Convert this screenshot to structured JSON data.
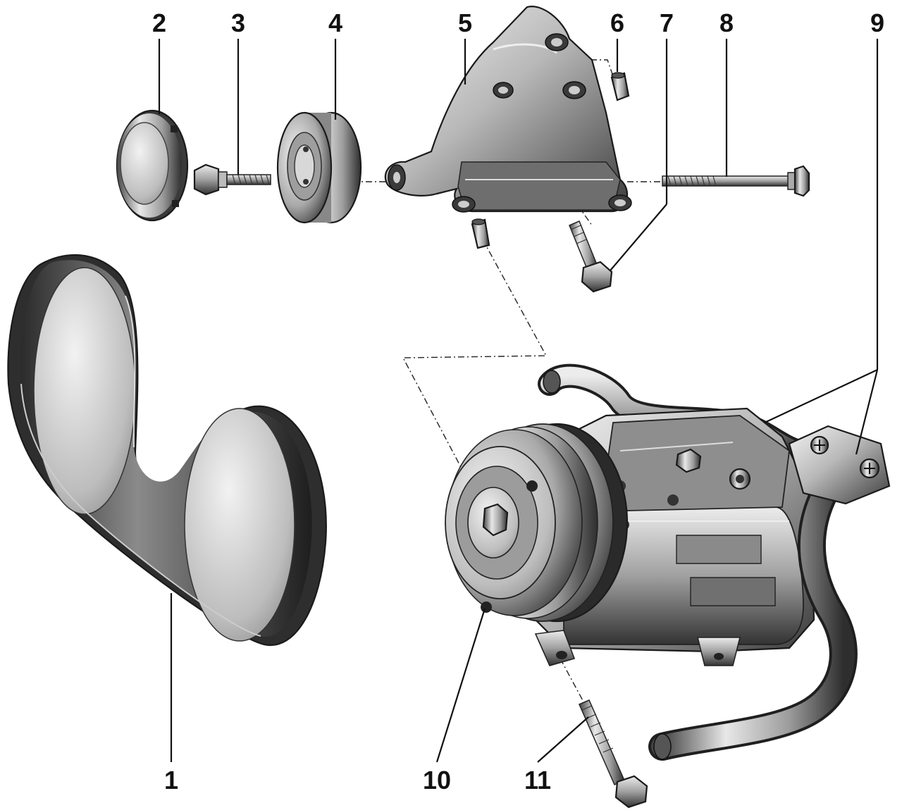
{
  "callouts": [
    {
      "id": "1",
      "label": "1"
    },
    {
      "id": "2",
      "label": "2"
    },
    {
      "id": "3",
      "label": "3"
    },
    {
      "id": "4",
      "label": "4"
    },
    {
      "id": "5",
      "label": "5"
    },
    {
      "id": "6",
      "label": "6"
    },
    {
      "id": "7",
      "label": "7"
    },
    {
      "id": "8",
      "label": "8"
    },
    {
      "id": "9",
      "label": "9"
    },
    {
      "id": "10",
      "label": "10"
    },
    {
      "id": "11",
      "label": "11"
    }
  ],
  "colors": {
    "metal_light": "#e4e4e4",
    "metal_mid": "#9a9a9a",
    "metal_dark": "#3a3a3a",
    "belt": "#5a5a5a",
    "ink": "#111111"
  }
}
